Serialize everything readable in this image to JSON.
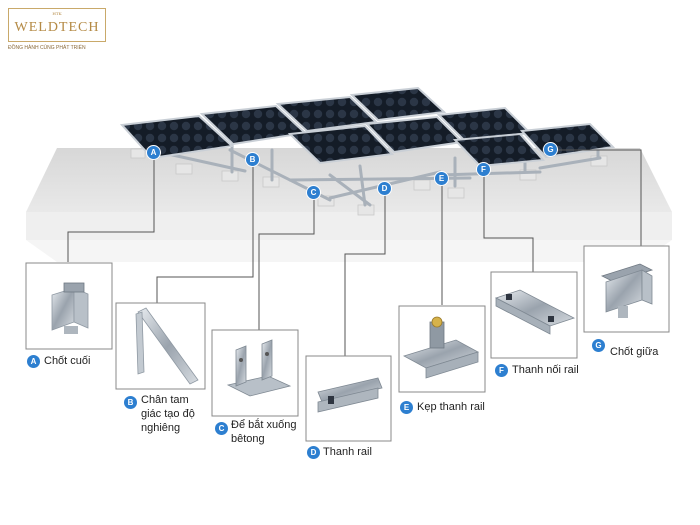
{
  "logo": {
    "tag": "HTK",
    "name": "WELDTECH",
    "slogan": "ĐỒNG HÀNH CÙNG PHÁT TRIỂN"
  },
  "colors": {
    "badge": "#2d7fd0",
    "leader_line": "#555555",
    "panel": "#1a2330",
    "frame": "#c9cfd6",
    "ground": "#dedede"
  },
  "markers": {
    "A": "A",
    "B": "B",
    "C": "C",
    "D": "D",
    "E": "E",
    "F": "F",
    "G": "G"
  },
  "parts": [
    {
      "letter": "A",
      "name": "Chốt cuối"
    },
    {
      "letter": "B",
      "name": "Chân tam giác tạo độ nghiêng"
    },
    {
      "letter": "C",
      "name": "Để bắt xuống bêtong"
    },
    {
      "letter": "D",
      "name": "Thanh rail"
    },
    {
      "letter": "E",
      "name": "Kẹp thanh rail"
    },
    {
      "letter": "F",
      "name": "Thanh nối rail"
    },
    {
      "letter": "G",
      "name": "Chốt giữa"
    }
  ]
}
